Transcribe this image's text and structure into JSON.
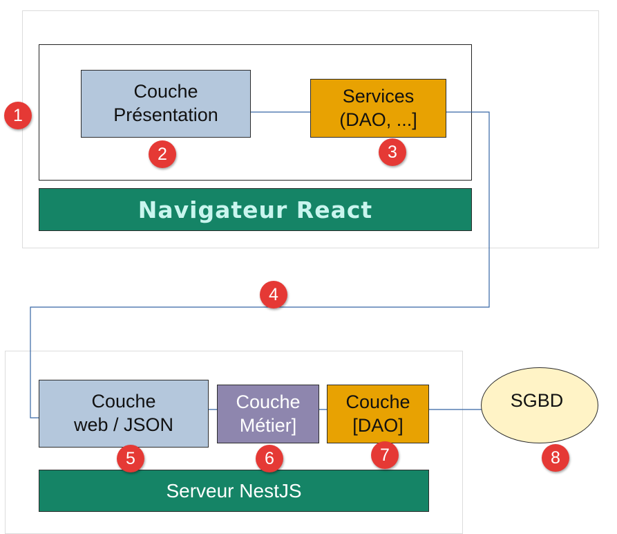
{
  "colors": {
    "presentation_fill": "#b4c7dc",
    "services_fill": "#e8a202",
    "metier_fill": "#8e86ae",
    "bar_fill": "#158466",
    "bar_text_top": "#c9f5ee",
    "ellipse_fill": "#fff3c6",
    "badge_fill": "#e53935",
    "wire": "#3465a4"
  },
  "client": {
    "presentation_label": "Couche\nPrésentation",
    "services_label": "Services\n(DAO, ...]",
    "browser_label": "Navigateur React"
  },
  "server": {
    "web_label": "Couche\nweb / JSON",
    "metier_label": "Couche\nMétier]",
    "dao_label": "Couche\n[DAO]",
    "server_label": "Serveur NestJS"
  },
  "database": {
    "label": "SGBD"
  },
  "markers": [
    "1",
    "2",
    "3",
    "4",
    "5",
    "6",
    "7",
    "8"
  ]
}
